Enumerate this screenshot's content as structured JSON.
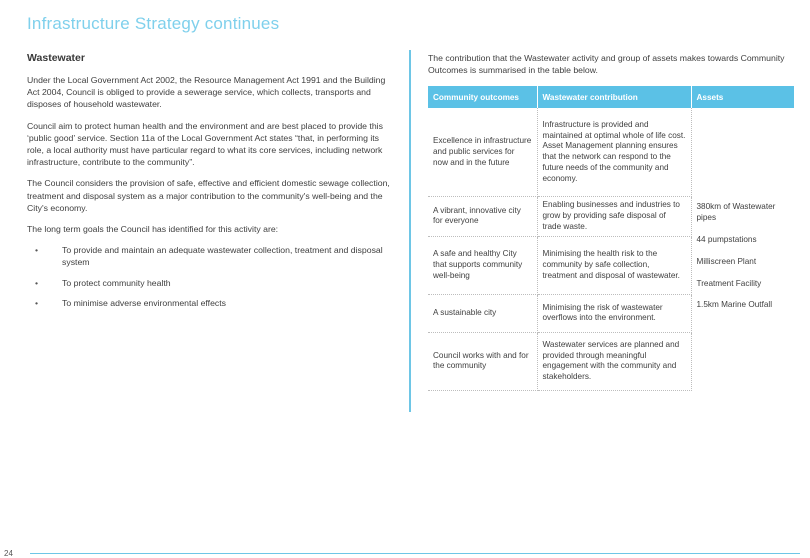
{
  "page": {
    "title": "Infrastructure Strategy continues",
    "number": "24"
  },
  "left": {
    "heading": "Wastewater",
    "paragraphs": [
      "Under the Local Government Act 2002, the Resource Management Act 1991 and the Building Act 2004, Council is obliged to provide a sewerage service, which collects, transports and disposes of household wastewater.",
      "Council aim to protect human health and the environment and are best placed to provide this ‘public good’ service. Section 11a of the Local Government Act states “that, in performing its role, a local authority must have particular regard to what its core services, including network infrastructure, contribute to the community”.",
      "The Council considers the provision of safe, effective and efficient domestic sewage collection, treatment and disposal system as a major contribution to the community's well-being and the City's economy.",
      "The long term goals the Council has identified for this activity are:"
    ],
    "bullets": [
      "To provide and maintain an adequate wastewater collection, treatment and disposal system",
      "To protect community health",
      "To minimise adverse environmental effects"
    ]
  },
  "right": {
    "intro": "The contribution that the Wastewater activity and group of assets makes towards Community Outcomes is summarised in the table below.",
    "table": {
      "headers": [
        "Community outcomes",
        "Wastewater contribution",
        "Assets"
      ],
      "rows": [
        {
          "outcome": "Excellence in infrastructure and public services for now and in the future",
          "contribution": "Infrastructure is provided and maintained at optimal whole of life cost. Asset Management planning ensures that the network can respond to the future needs of the community and economy."
        },
        {
          "outcome": "A vibrant, innovative city for everyone",
          "contribution": "Enabling businesses and industries to grow by providing safe disposal of trade waste."
        },
        {
          "outcome": "A safe and healthy City that supports community well-being",
          "contribution": "Minimising the health risk to the community by safe collection, treatment and disposal of wastewater."
        },
        {
          "outcome": "A sustainable city",
          "contribution": "Minimising the risk of wastewater overflows into the environment."
        },
        {
          "outcome": "Council works with and for the community",
          "contribution": "Wastewater services are planned and provided through meaningful engagement with the community and stakeholders."
        }
      ],
      "assets": [
        "380km of Wastewater pipes",
        "44 pumpstations",
        "Milliscreen Plant",
        "Treatment Facility",
        "1.5km Marine Outfall"
      ]
    }
  },
  "colors": {
    "accent": "#5bc1e6",
    "title": "#7fd0ec"
  }
}
